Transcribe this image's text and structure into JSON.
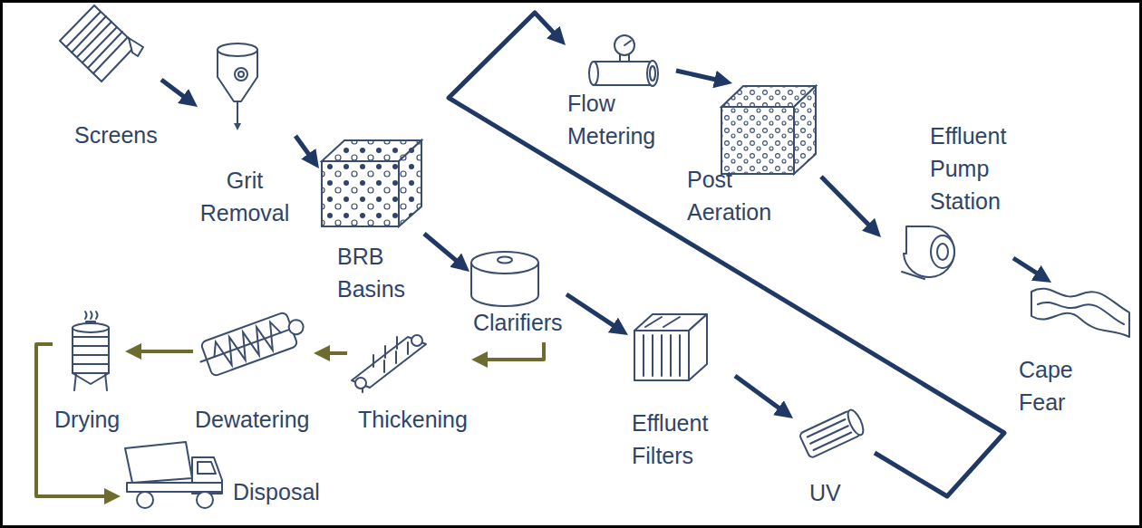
{
  "diagram": {
    "nodes": [
      {
        "text": [
          "Screens"
        ]
      },
      {
        "text": [
          "Grit Removal"
        ]
      },
      {
        "text": [
          "BRB Basins"
        ]
      },
      {
        "text": [
          "Clarifiers"
        ]
      },
      {
        "text": [
          "Effluent Filters"
        ]
      },
      {
        "text": [
          "UV"
        ]
      },
      {
        "text": [
          "Flow Metering"
        ]
      },
      {
        "text": [
          "Post Aeration"
        ]
      },
      {
        "text": [
          "Effluent Pump Station"
        ]
      },
      {
        "text": [
          "Cape Fear"
        ]
      },
      {
        "text": [
          "Thickening"
        ]
      },
      {
        "text": [
          "Dewatering"
        ]
      },
      {
        "text": [
          "Drying"
        ]
      },
      {
        "text": [
          "Disposal"
        ]
      }
    ],
    "edges": [
      {
        "from": 0,
        "to": 1,
        "arrow": "to"
      },
      {
        "from": 1,
        "to": 2,
        "arrow": "to"
      },
      {
        "from": 2,
        "to": 3,
        "arrow": "to"
      },
      {
        "from": 3,
        "to": 4,
        "arrow": "to"
      },
      {
        "from": 4,
        "to": 5,
        "arrow": "to"
      },
      {
        "from": 5,
        "to": 6,
        "arrow": "to"
      },
      {
        "from": 6,
        "to": 7,
        "arrow": "to"
      },
      {
        "from": 7,
        "to": 8,
        "arrow": "to"
      },
      {
        "from": 8,
        "to": 9,
        "arrow": "to"
      },
      {
        "from": 3,
        "to": 10,
        "arrow": "to"
      },
      {
        "from": 10,
        "to": 11,
        "arrow": "to"
      },
      {
        "from": 11,
        "to": 12,
        "arrow": "to"
      },
      {
        "from": 12,
        "to": 13,
        "arrow": "to"
      }
    ]
  }
}
